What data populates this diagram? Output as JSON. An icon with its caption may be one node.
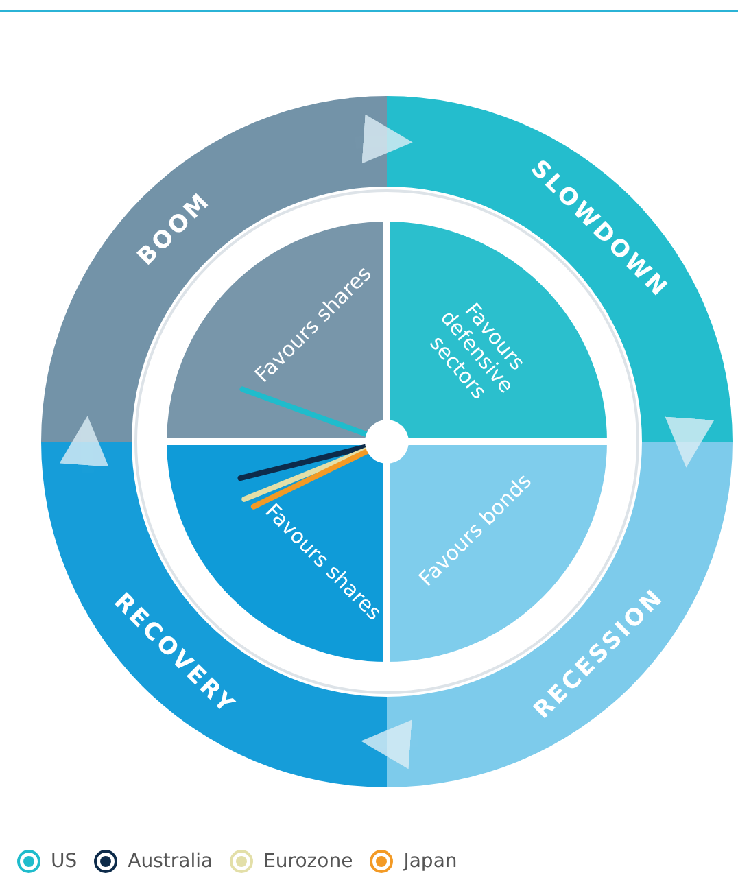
{
  "diagram": {
    "nodes": [
      {
        "text": [
          "BOOM"
        ]
      },
      {
        "text": [
          "SLOWDOWN"
        ]
      },
      {
        "text": [
          "RECESSION"
        ]
      },
      {
        "text": [
          "RECOVERY"
        ]
      },
      {
        "text": [
          "Favours shares"
        ]
      },
      {
        "text": [
          "Favours defensive sectors"
        ]
      },
      {
        "text": [
          "Favours bonds"
        ]
      },
      {
        "text": [
          "Favours shares"
        ]
      }
    ],
    "edges": [
      {
        "from": 0,
        "to": 1,
        "arrow": "to"
      },
      {
        "from": 1,
        "to": 2,
        "arrow": "to"
      },
      {
        "from": 2,
        "to": 3,
        "arrow": "to"
      },
      {
        "from": 3,
        "to": 0,
        "arrow": "to"
      }
    ],
    "legend": [
      {
        "text": "US",
        "color": "#1fbccc"
      },
      {
        "text": "Australia",
        "color": "#0d2b4a"
      },
      {
        "text": "Eurozone",
        "color": "#e3dfa8"
      },
      {
        "text": "Japan",
        "color": "#f39a25"
      }
    ]
  }
}
